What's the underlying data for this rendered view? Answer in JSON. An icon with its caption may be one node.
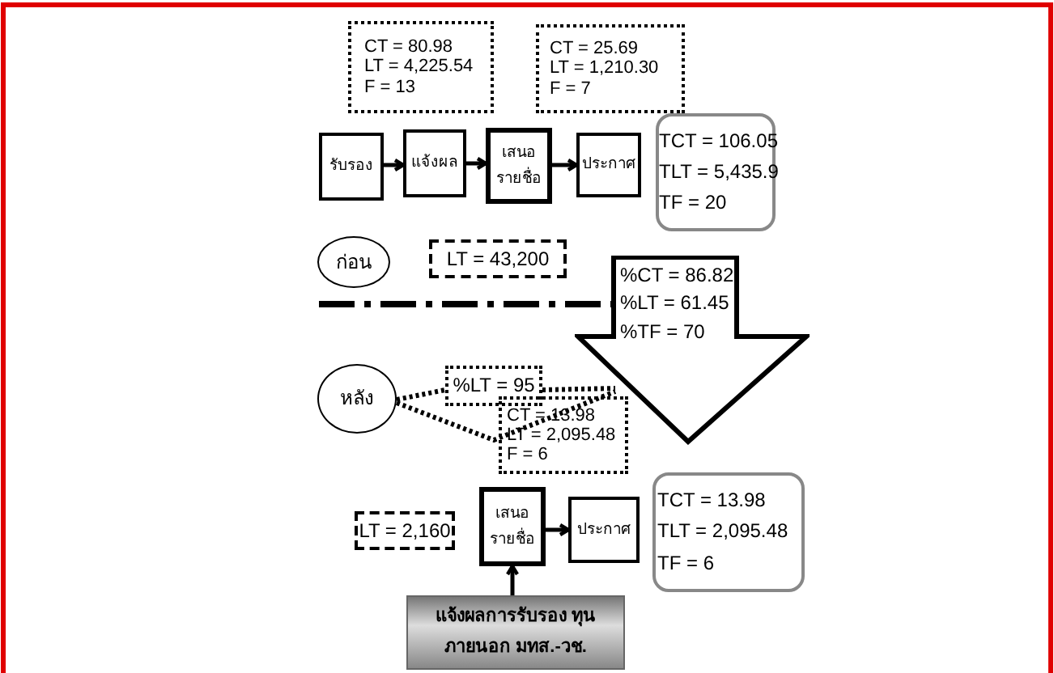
{
  "diagram": {
    "nodes": [
      {
        "text": [
          "CT = 80.98",
          "LT = 4,225.54",
          "F = 13"
        ]
      },
      {
        "text": [
          "CT = 25.69",
          "LT = 1,210.30",
          "F = 7"
        ]
      },
      {
        "text": [
          "รับรอง"
        ]
      },
      {
        "text": [
          "แจ้งผล"
        ]
      },
      {
        "text": [
          "เสนอ รายชื่อ"
        ]
      },
      {
        "text": [
          "ประกาศ"
        ]
      },
      {
        "text": [
          "TCT = 106.05",
          "TLT = 5,435.9",
          "TF = 20"
        ]
      },
      {
        "text": [
          "ก่อน"
        ]
      },
      {
        "text": [
          "LT = 43,200"
        ]
      },
      {
        "text": [
          "%CT = 86.82",
          "%LT = 61.45",
          "%TF = 70"
        ]
      },
      {
        "text": [
          "หลัง"
        ]
      },
      {
        "text": [
          "%LT = 95"
        ]
      },
      {
        "text": [
          "CT = 13.98",
          "LT = 2,095.48",
          "F = 6"
        ]
      },
      {
        "text": [
          "LT = 2,160"
        ]
      },
      {
        "text": [
          "เสนอ รายชื่อ"
        ]
      },
      {
        "text": [
          "ประกาศ"
        ]
      },
      {
        "text": [
          "TCT = 13.98",
          "TLT = 2,095.48",
          "TF = 6"
        ]
      },
      {
        "text": [
          "แจ้งผลการรับรอง ทุน ภายนอก มทส.-วช."
        ]
      }
    ],
    "edges": [
      {
        "from": 2,
        "to": 3,
        "arrow": "to"
      },
      {
        "from": 3,
        "to": 4,
        "arrow": "to"
      },
      {
        "from": 4,
        "to": 5,
        "arrow": "to"
      },
      {
        "from": 14,
        "to": 15,
        "arrow": "to"
      },
      {
        "from": 17,
        "to": 14,
        "arrow": "to"
      }
    ]
  }
}
